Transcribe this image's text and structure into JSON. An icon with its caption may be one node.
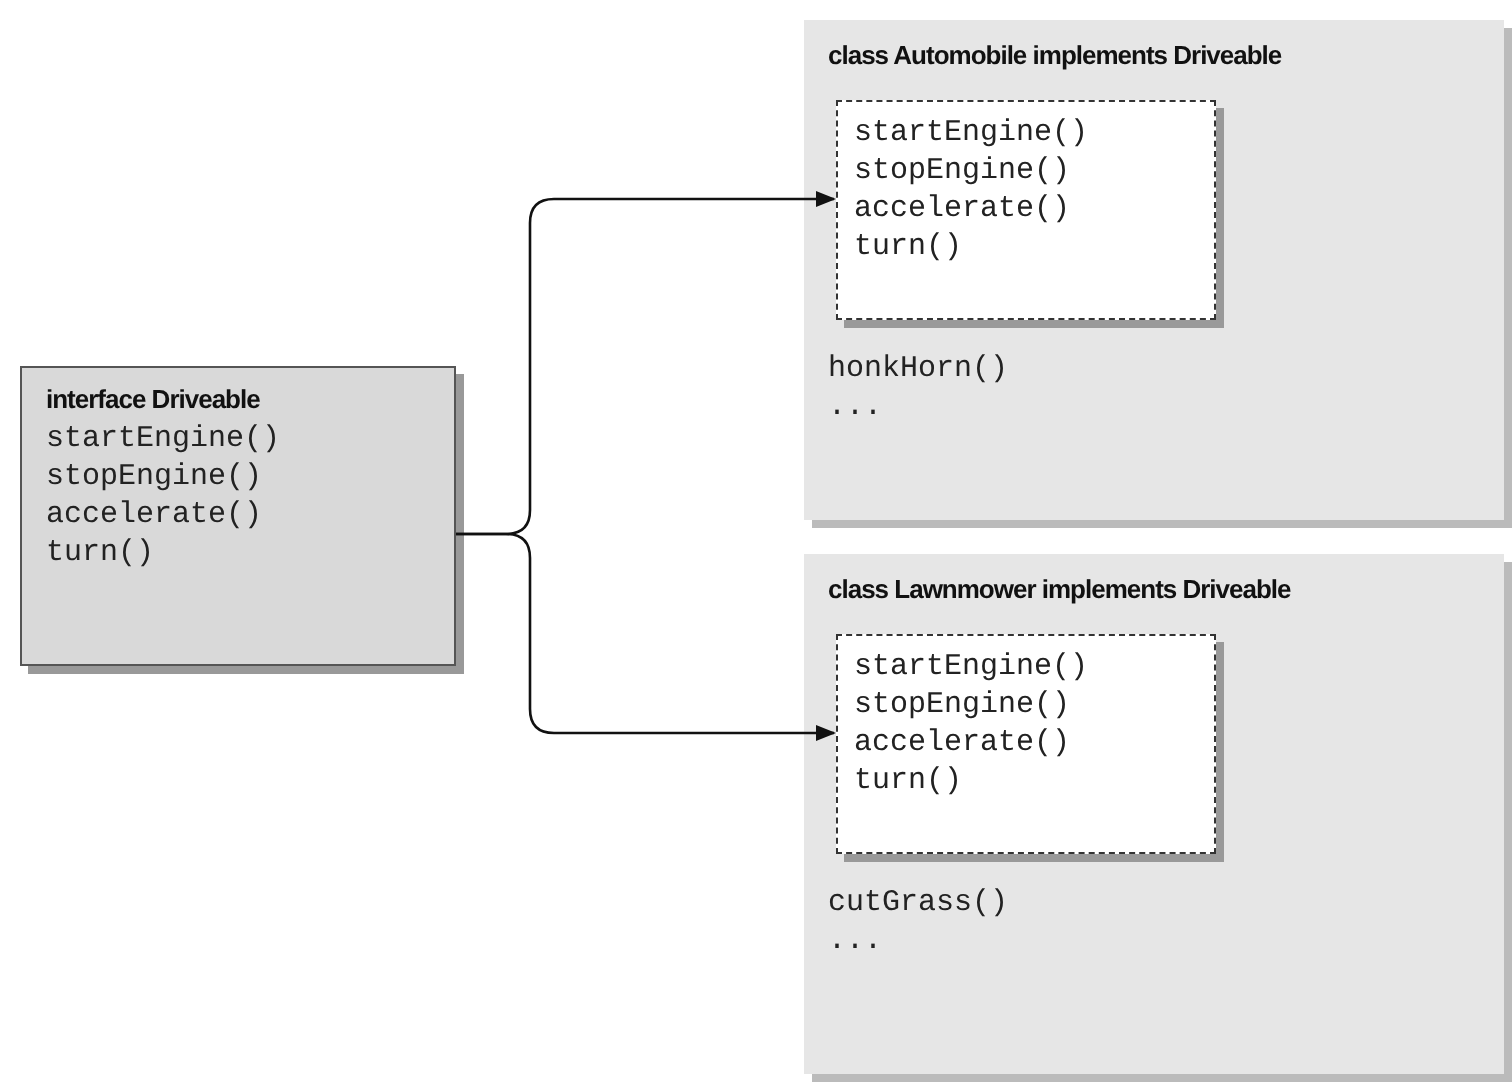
{
  "diagram": {
    "nodes": [
      {
        "text": [
          "interface Driveable",
          "startEngine()",
          "stopEngine()",
          "accelerate()",
          "turn()"
        ]
      },
      {
        "text": [
          "class Automobile implements Driveable",
          "honkHorn()",
          "..."
        ]
      },
      {
        "text": [
          "startEngine()",
          "stopEngine()",
          "accelerate()",
          "turn()"
        ],
        "in": 1
      },
      {
        "text": [
          "class Lawnmower implements Driveable",
          "cutGrass()",
          "..."
        ]
      },
      {
        "text": [
          "startEngine()",
          "stopEngine()",
          "accelerate()",
          "turn()"
        ],
        "in": 3
      }
    ],
    "edges": [
      {
        "from": 0,
        "to": 2,
        "arrow": "to"
      },
      {
        "from": 0,
        "to": 4,
        "arrow": "to"
      }
    ]
  }
}
